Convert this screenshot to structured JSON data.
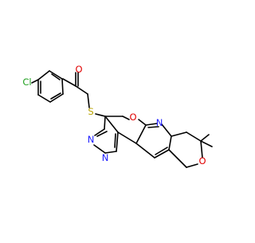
{
  "molecule": {
    "atom_labels": {
      "chlorine": "Cl",
      "carbonyl_oxygen": "O",
      "sulfur": "S",
      "furan_oxygen": "O",
      "pyridine_nitrogen": "N",
      "pyrimidine_nitrogen_1": "N",
      "pyrimidine_nitrogen_2": "N",
      "pyran_oxygen": "O"
    },
    "colors": {
      "bond": "#000000",
      "chlorine": "#1fa01f",
      "oxygen": "#e00000",
      "sulfur": "#b8a200",
      "nitrogen": "#1c1cff"
    }
  }
}
